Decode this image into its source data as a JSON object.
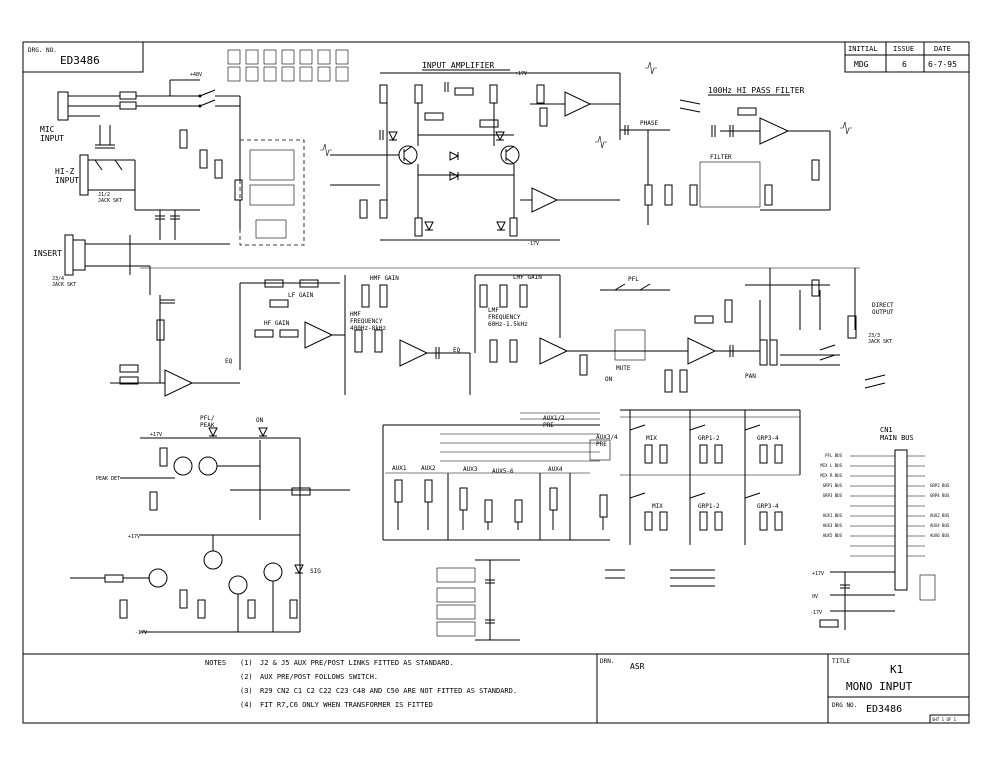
{
  "drawing": {
    "drg_no_label": "DRG. NO.",
    "drg_no": "ED3486",
    "revision_headers": [
      "INITIAL",
      "ISSUE",
      "DATE"
    ],
    "revision_row": [
      "MDG",
      "6",
      "6-7-95"
    ]
  },
  "sections": {
    "input_amplifier": "INPUT AMPLIFIER",
    "hi_pass": "100Hz HI PASS FILTER",
    "phase": "PHASE",
    "filter": "FILTER",
    "lf_gain": "LF GAIN",
    "hf_gain": "HF GAIN",
    "hmf_gain": "HMF GAIN",
    "hmf_freq": "HMF\nFREQUENCY\n400Hz-8kHz",
    "eq_left": "EQ",
    "eq_mid": "EQ",
    "lmf_gain": "LMF GAIN",
    "lmf_freq": "LMF\nFREQUENCY\n60Hz-1.5kHz",
    "pfl": "PFL",
    "pan": "PAN",
    "mute": "MUTE",
    "on": "ON",
    "direct_output": "DIRECT\nOUTPUT",
    "pfl_peak": "PFL/\nPEAK",
    "on_led": "ON",
    "sig": "SIG",
    "peak_det": "PEAK DET",
    "aux1": "AUX1",
    "aux2": "AUX2",
    "aux3": "AUX3",
    "aux5_6": "AUX5-6",
    "aux4": "AUX4",
    "aux12_pre": "AUX1/2\nPRE",
    "aux34_pre": "AUX3/4\nPRE",
    "main_bus": "CN1\nMAIN BUS",
    "sw_mix": "MIX",
    "sw_grp12": "GRP1-2",
    "sw_grp34": "GRP3-4"
  },
  "inputs": {
    "mic_input": "MIC\nINPUT",
    "hiz_input": "HI-Z\nINPUT",
    "hiz_jack": "J1/2\nJACK SKT",
    "insert": "INSERT",
    "insert_jack": "J3/4\nJACK SKT",
    "direct_jack": "J3/3\nJACK SKT"
  },
  "bus_labels": [
    "PFL BUS",
    "MIX L BUS",
    "MIX R BUS",
    "GRP1 BUS",
    "GRP2 BUS",
    "GRP3 BUS",
    "GRP4 BUS",
    "AUX1 BUS",
    "AUX2 BUS",
    "AUX3 BUS",
    "AUX4 BUS",
    "AUX5 BUS",
    "AUX6 BUS"
  ],
  "rails": {
    "plus17v": "+17V",
    "minus17v": "-17V",
    "zero_v": "0V",
    "plus48v": "+48V"
  },
  "notes": {
    "heading": "NOTES",
    "items": [
      {
        "n": "(1)",
        "text": "J2 & J5 AUX PRE/POST LINKS FITTED AS STANDARD."
      },
      {
        "n": "(2)",
        "text": "AUX PRE/POST FOLLOWS SWITCH."
      },
      {
        "n": "(3)",
        "text": "R29 CN2 C1 C2 C22 C23 C48 AND C50 ARE NOT FITTED AS STANDARD."
      },
      {
        "n": "(4)",
        "text": "FIT R7,C6 ONLY WHEN TRANSFORMER IS FITTED"
      }
    ]
  },
  "title_block": {
    "drn_label": "DRN.",
    "drn": "ASR",
    "title_label": "TITLE",
    "title_line1": "K1",
    "title_line2": "MONO INPUT",
    "drg_no_label": "DRG NO.",
    "drg_no": "ED3486",
    "sheet": "SHT 1 OF 1"
  }
}
